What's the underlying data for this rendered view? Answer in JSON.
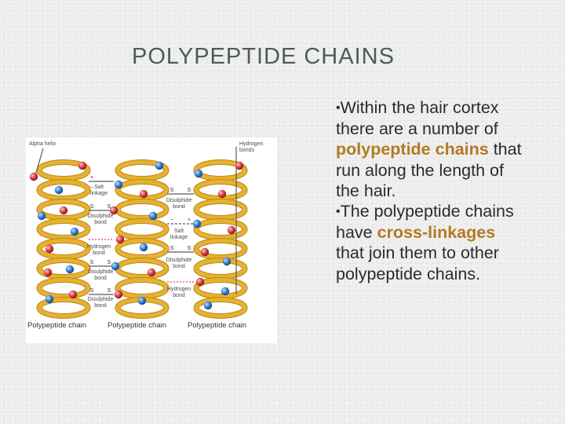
{
  "slide": {
    "title": "POLYPEPTIDE CHAINS"
  },
  "figure": {
    "alpha_helix_label": "Alpha helix",
    "hydrogen_bonds_label": "Hydrogen bonds",
    "salt_linkage_label_1": "Salt linkage",
    "disulphide_bond_label_1": "Disulphide bond",
    "hydrogen_bond_label_1": "Hydrogen bond",
    "disulphide_bond_label_2": "Disulphide bond",
    "disulphide_bond_label_3": "Disulphide bond",
    "disulphide_bond_label_4": "Disulphide bond",
    "salt_linkage_label_2": "Salt linkage",
    "disulphide_bond_label_5": "Disulphide bond",
    "hydrogen_bond_label_2": "Hydrogen bond",
    "chain_label_1": "Polypeptide chain",
    "chain_label_2": "Polypeptide chain",
    "chain_label_3": "Polypeptide chain",
    "sulfur_symbol": "S",
    "plus_symbol": "+",
    "minus_symbol": "−",
    "colors": {
      "helix": "#e6b22f",
      "helix_dark": "#b9861a",
      "sphere_blue": "#2f7ad0",
      "sphere_red": "#d6393e",
      "bond_line": "#5a5a5a",
      "hydrogen_bond": "#c9458a"
    }
  },
  "body": {
    "bullet_1": {
      "bullet": "•",
      "part1": "Within the hair cortex there are a number of ",
      "highlight": "polypeptide chains",
      "part2": " that run along the length of the hair."
    },
    "bullet_2": {
      "bullet": "•",
      "part1": "The polypeptide chains have ",
      "highlight": "cross-linkages",
      "part2": " that join them to other polypeptide chains."
    },
    "highlight_color": "#b27a23"
  }
}
